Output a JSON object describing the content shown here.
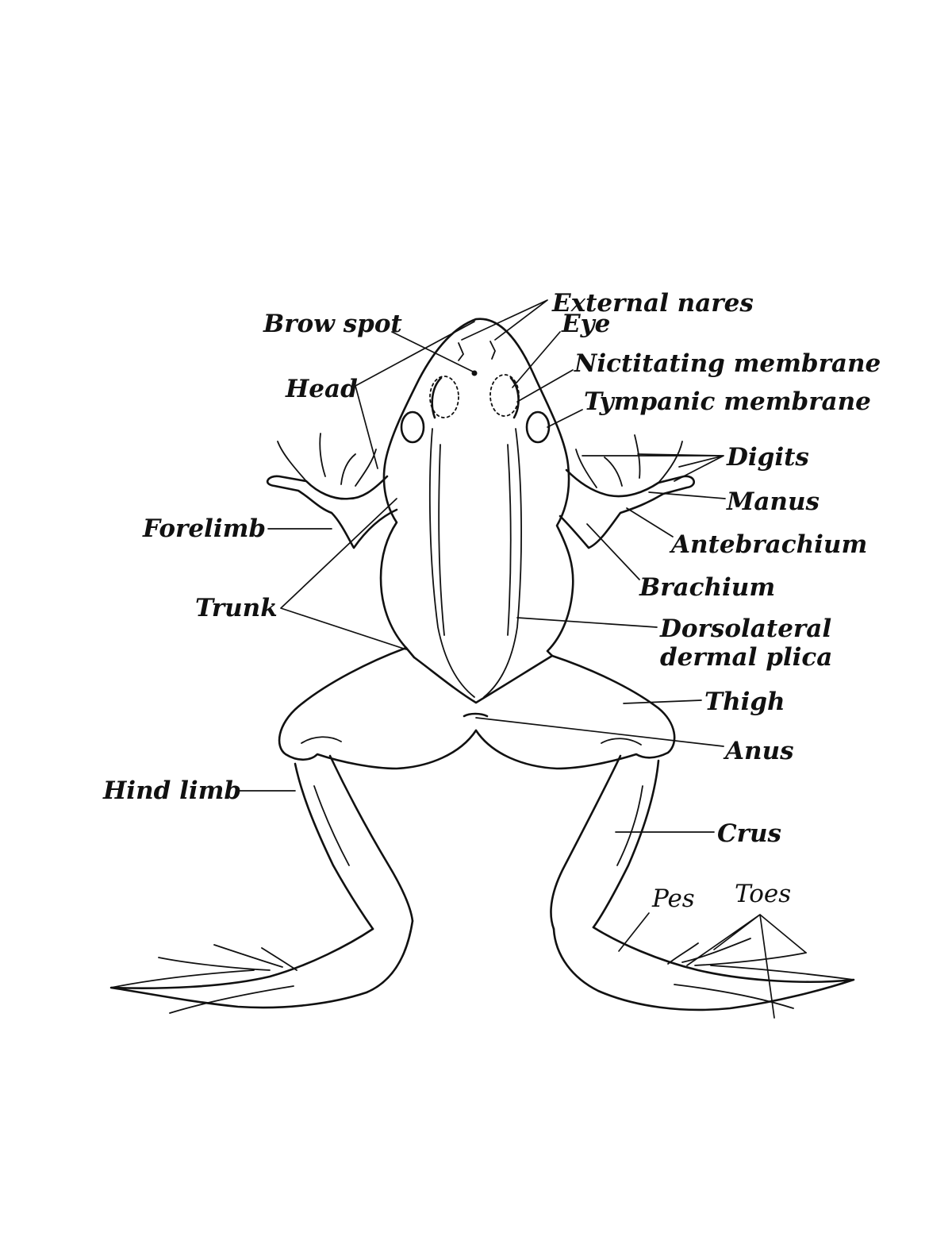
{
  "diagram": {
    "labels": {
      "external_nares": "External nares",
      "brow_spot": "Brow spot",
      "eye": "Eye",
      "nictitating_membrane": "Nictitating membrane",
      "head": "Head",
      "tympanic_membrane": "Tympanic membrane",
      "digits": "Digits",
      "manus": "Manus",
      "forelimb": "Forelimb",
      "antebrachium": "Antebrachium",
      "brachium": "Brachium",
      "trunk": "Trunk",
      "dorsolateral_line1": "Dorsolateral",
      "dorsolateral_line2": "dermal plica",
      "thigh": "Thigh",
      "anus": "Anus",
      "hind_limb": "Hind limb",
      "crus": "Crus",
      "pes": "Pes",
      "toes": "Toes"
    },
    "ink_color": "#111111",
    "background": "#ffffff"
  }
}
